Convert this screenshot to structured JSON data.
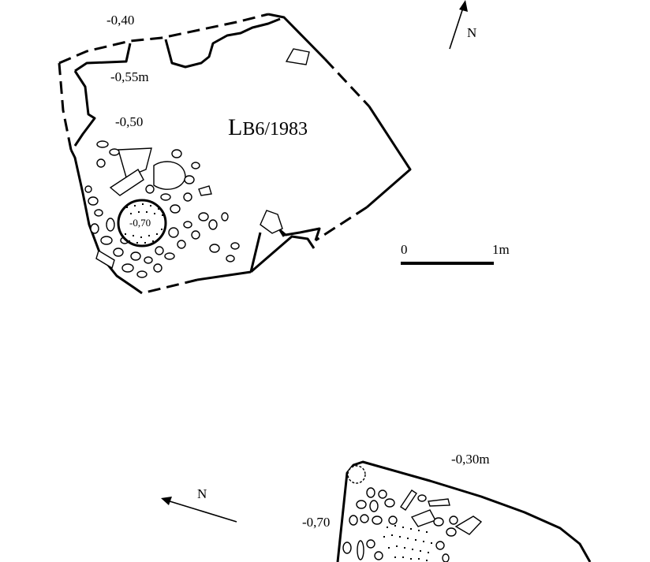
{
  "upper_plan": {
    "title_big": "L",
    "title_rest": "B6/1983",
    "levels": {
      "top": "-0,40",
      "left_upper": "-0,55m",
      "left_mid": "-0,50",
      "pit": "-0,70"
    },
    "north_label": "N",
    "scale": {
      "start": "0",
      "end": "1m"
    }
  },
  "lower_plan": {
    "north_label": "N",
    "levels": {
      "top": "-0,30m",
      "left": "-0,70"
    }
  }
}
